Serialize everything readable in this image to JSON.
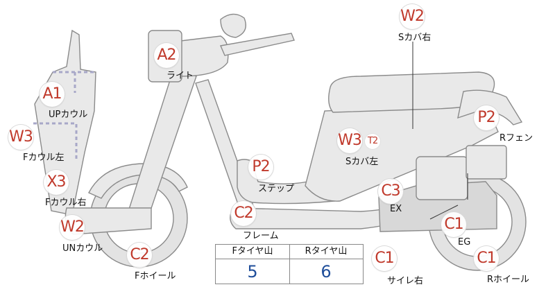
{
  "parts": [
    {
      "code": "W2",
      "name": "Sカバ右"
    },
    {
      "code": "A2",
      "name": "ライト"
    },
    {
      "code": "A1",
      "name": "UPカウル"
    },
    {
      "code": "P2",
      "name": "Rフェン"
    },
    {
      "code": "W3",
      "name": "Fカウル左"
    },
    {
      "code": "W3",
      "name": "Sカバ左",
      "extra": "T2"
    },
    {
      "code": "P2",
      "name": "ステップ"
    },
    {
      "code": "X3",
      "name": "Fカウル右"
    },
    {
      "code": "C3",
      "name": "EX"
    },
    {
      "code": "C2",
      "name": "フレーム"
    },
    {
      "code": "W2",
      "name": "UNカウル"
    },
    {
      "code": "C1",
      "name": "EG"
    },
    {
      "code": "C2",
      "name": "Fホイール"
    },
    {
      "code": "C1",
      "name": "サイレ右"
    },
    {
      "code": "C1",
      "name": "Rホイール"
    }
  ],
  "tire_table": {
    "front_header": "Fタイヤ山",
    "front_value": "5",
    "rear_header": "Rタイヤ山",
    "rear_value": "6"
  }
}
